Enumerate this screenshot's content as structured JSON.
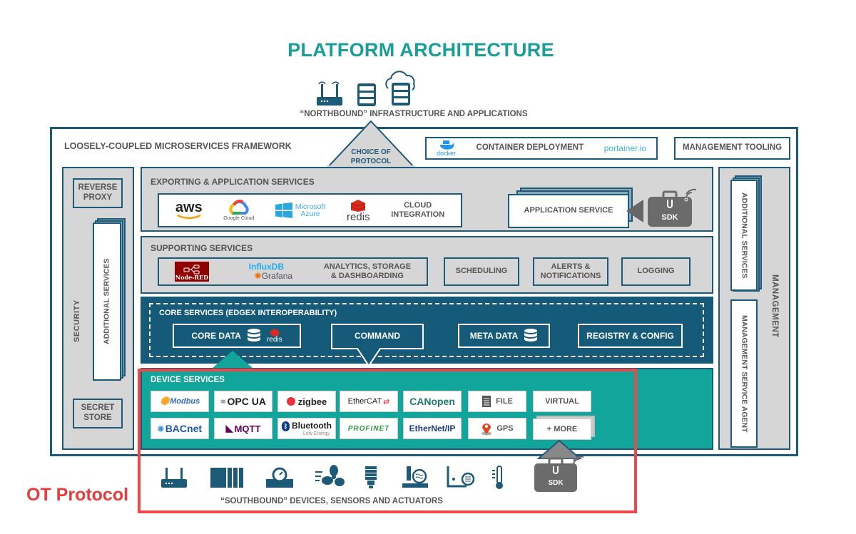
{
  "title": "PLATFORM ARCHITECTURE",
  "northbound": {
    "label": "“NORTHBOUND” INFRASTRUCTURE AND APPLICATIONS",
    "icons": [
      "router-icon",
      "server-icon",
      "cloud-server-icon"
    ]
  },
  "framework": {
    "title": "LOOSELY-COUPLED MICROSERVICES FRAMEWORK",
    "choice_of_protocol": [
      "CHOICE OF",
      "PROTOCOL"
    ],
    "container_deployment": {
      "label": "CONTAINER DEPLOYMENT",
      "logos": [
        "docker",
        "portainer.io"
      ]
    },
    "management_tooling": "MANAGEMENT TOOLING"
  },
  "security": {
    "label": "SECURITY",
    "reverse_proxy": [
      "REVERSE",
      "PROXY"
    ],
    "additional_services": "ADDITIONAL SERVICES",
    "secret_store": [
      "SECRET",
      "STORE"
    ]
  },
  "management": {
    "label": "MANAGEMENT",
    "additional_services": "ADDITIONAL SERVICES",
    "agent": "MANAGEMENT SERVICE AGENT"
  },
  "exporting": {
    "title": "EXPORTING & APPLICATION SERVICES",
    "cloud_logos": {
      "aws": "aws",
      "gcloud": "Google Cloud",
      "azure1": "Microsoft",
      "azure2": "Azure",
      "redis": "redis"
    },
    "cloud_integration": [
      "CLOUD",
      "INTEGRATION"
    ],
    "application_service": "APPLICATION SERVICE",
    "sdk": "SDK"
  },
  "supporting": {
    "title": "SUPPORTING SERVICES",
    "logos": {
      "nodered": "Node-RED",
      "influx": "InfluxDB",
      "grafana": "Grafana"
    },
    "analytics": [
      "ANALYTICS, STORAGE",
      "& DASHBOARDING"
    ],
    "scheduling": "SCHEDULING",
    "alerts": [
      "ALERTS &",
      "NOTIFICATIONS"
    ],
    "logging": "LOGGING"
  },
  "core": {
    "title": "CORE SERVICES (EDGEX INTEROPERABILITY)",
    "core_data": "CORE DATA",
    "redis": "redis",
    "command": "COMMAND",
    "meta_data": "META DATA",
    "registry": "REGISTRY & CONFIG"
  },
  "device": {
    "title": "DEVICE SERVICES",
    "row1": [
      "Modbus",
      "OPC UA",
      "zigbee",
      "EtherCAT",
      "CANopen",
      "FILE",
      "VIRTUAL"
    ],
    "row2": [
      "BACnet",
      "MQTT",
      "Bluetooth",
      "PROFINET",
      "EtherNet/IP",
      "GPS",
      "+ MORE"
    ],
    "bluetooth_sub": "Low Energy"
  },
  "southbound": {
    "label": "“SOUTHBOUND” DEVICES, SENSORS AND ACTUATORS",
    "sdk": "SDK"
  },
  "annotation": "OT Protocol",
  "colors": {
    "teal": "#12a59c",
    "navy": "#155a79",
    "red": "#f04848",
    "title": "#1a9e9a"
  }
}
